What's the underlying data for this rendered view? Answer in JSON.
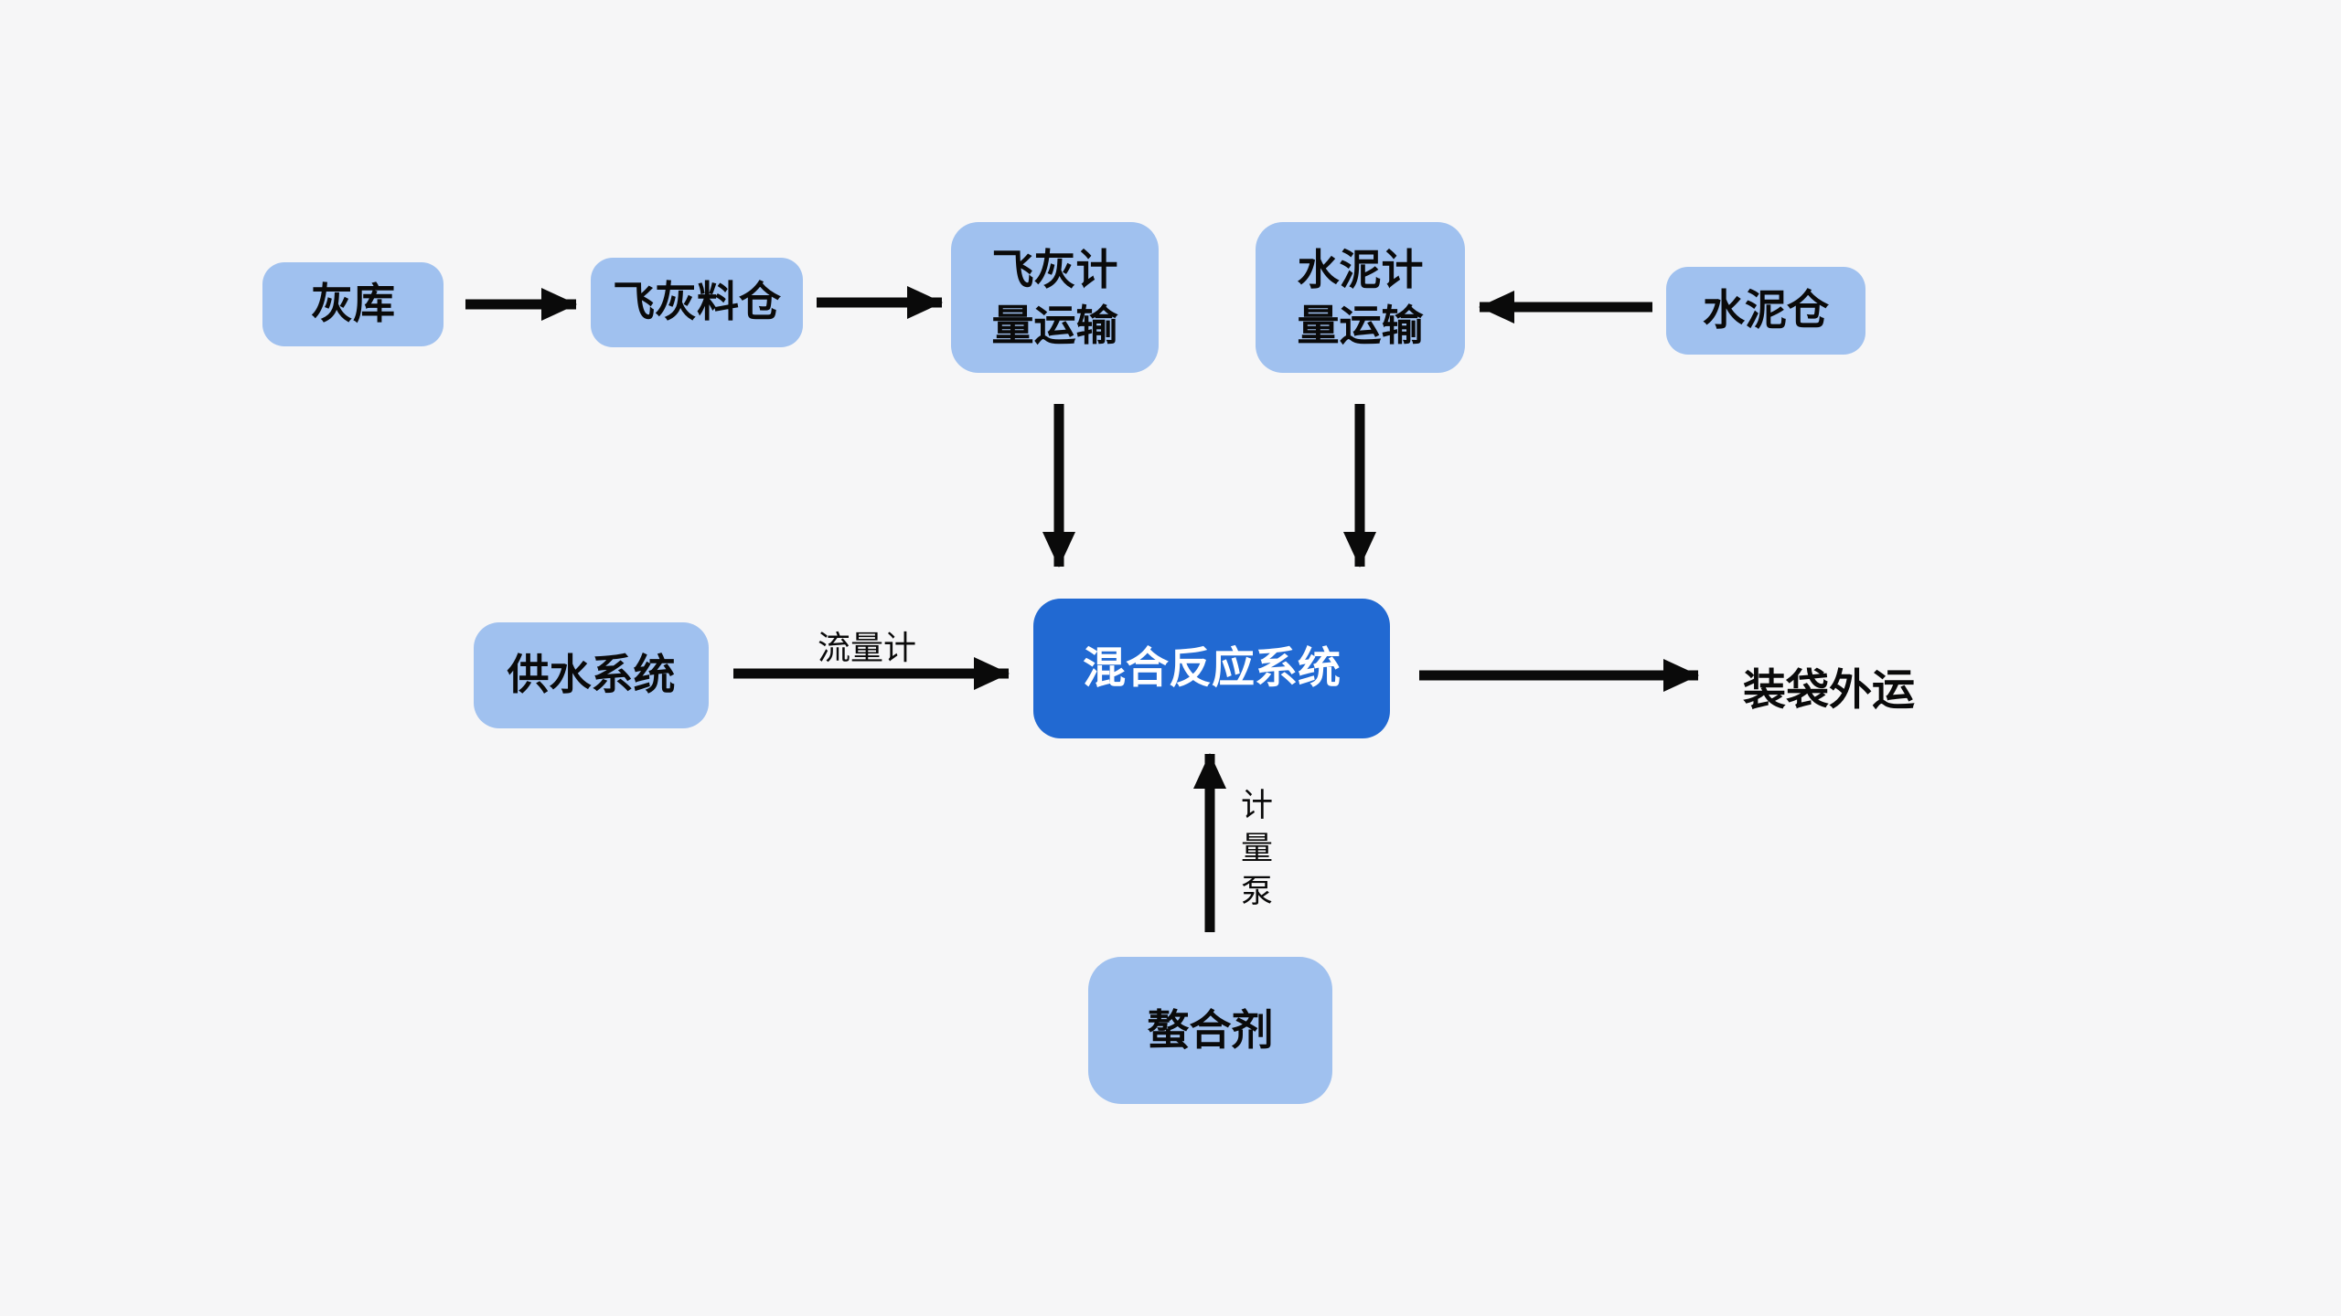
{
  "colors": {
    "canvas_bg": "#f6f6f7",
    "node_fill": "#a0c1ef",
    "primary_fill": "#2169d2",
    "ink": "#0a0a0a",
    "primary_text": "#ffffff"
  },
  "diagram": {
    "nodes": {
      "ash_storage": {
        "label": "灰库"
      },
      "fly_ash_silo": {
        "label": "飞灰料仓"
      },
      "fly_ash_metering": {
        "label": "飞灰计量运输"
      },
      "cement_metering": {
        "label": "水泥计量运输"
      },
      "cement_silo": {
        "label": "水泥仓"
      },
      "water_supply": {
        "label": "供水系统"
      },
      "mixing_reaction": {
        "label": "混合反应系统"
      },
      "chelating_agent": {
        "label": "螯合剂"
      },
      "bagging_outbound": {
        "label": "装袋外运"
      }
    },
    "edges": {
      "ash_to_fly_silo": {
        "from": "灰库",
        "to": "飞灰料仓",
        "label": ""
      },
      "fly_silo_to_fly_metering": {
        "from": "飞灰料仓",
        "to": "飞灰计量运输",
        "label": ""
      },
      "cement_silo_to_cement_metering": {
        "from": "水泥仓",
        "to": "水泥计量运输",
        "label": ""
      },
      "fly_metering_to_mixing": {
        "from": "飞灰计量运输",
        "to": "混合反应系统",
        "label": ""
      },
      "cement_metering_to_mixing": {
        "from": "水泥计量运输",
        "to": "混合反应系统",
        "label": ""
      },
      "water_to_mixing": {
        "from": "供水系统",
        "to": "混合反应系统",
        "label": "流量计"
      },
      "chelating_to_mixing": {
        "from": "螯合剂",
        "to": "混合反应系统",
        "label": "计量泵"
      },
      "mixing_to_bagging": {
        "from": "混合反应系统",
        "to": "装袋外运",
        "label": ""
      }
    }
  }
}
